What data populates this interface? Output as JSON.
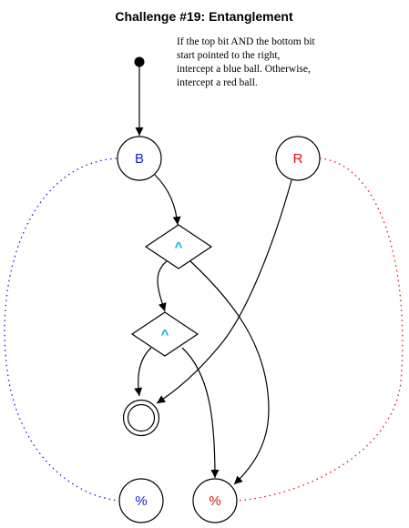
{
  "title": "Challenge #19: Entanglement",
  "description": [
    "If the top bit AND the bottom bit",
    "start pointed to the right,",
    "intercept a blue ball. Otherwise,",
    "intercept a red ball."
  ],
  "nodes": {
    "blue_launcher": {
      "label": "B",
      "color": "#1a1adb"
    },
    "red_launcher": {
      "label": "R",
      "color": "#e01010"
    },
    "gate_top": {
      "label": "^",
      "color": "#00b4d8"
    },
    "gate_bottom": {
      "label": "^",
      "color": "#00b4d8"
    },
    "blue_interceptor": {
      "label": "%",
      "color": "#1a1adb"
    },
    "red_interceptor": {
      "label": "%",
      "color": "#e01010"
    }
  }
}
